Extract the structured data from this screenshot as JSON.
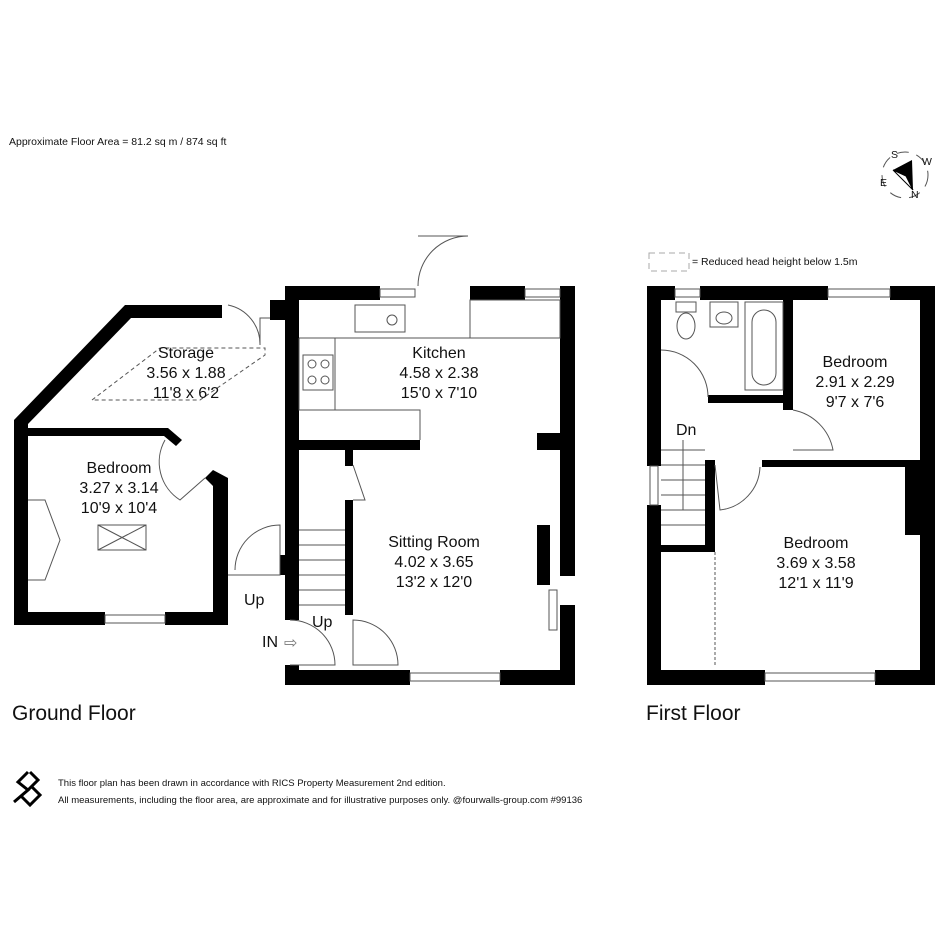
{
  "header": {
    "floor_area": "Approximate Floor Area = 81.2 sq m / 874 sq ft"
  },
  "compass": {
    "s": "S",
    "w": "W",
    "e": "E",
    "n": "N"
  },
  "legend": {
    "reduced_head_height": "= Reduced head height below 1.5m"
  },
  "ground_floor": {
    "label": "Ground Floor",
    "rooms": [
      {
        "name": "Storage",
        "metric": "3.56 x 1.88",
        "imperial": "11'8 x 6'2"
      },
      {
        "name": "Kitchen",
        "metric": "4.58 x 2.38",
        "imperial": "15'0 x 7'10"
      },
      {
        "name": "Bedroom",
        "metric": "3.27 x 3.14",
        "imperial": "10'9 x 10'4"
      },
      {
        "name": "Sitting Room",
        "metric": "4.02 x 3.65",
        "imperial": "13'2 x 12'0"
      }
    ],
    "markers": {
      "up1": "Up",
      "up2": "Up",
      "entrance": "IN"
    }
  },
  "first_floor": {
    "label": "First Floor",
    "rooms": [
      {
        "name": "Bedroom",
        "metric": "2.91 x 2.29",
        "imperial": "9'7 x 7'6"
      },
      {
        "name": "Bedroom",
        "metric": "3.69 x 3.58",
        "imperial": "12'1 x 11'9"
      }
    ],
    "markers": {
      "down": "Dn"
    }
  },
  "footer": {
    "line1": "This floor plan has been drawn in accordance with RICS Property Measurement 2nd edition.",
    "line2": "All measurements, including the floor area, are approximate and for illustrative purposes only. @fourwalls-group.com #99136"
  }
}
